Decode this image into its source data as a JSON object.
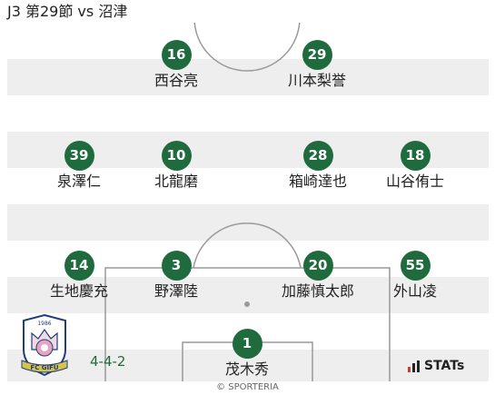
{
  "title": "J3 第29節 vs 沼津",
  "formation": "4-4-2",
  "copyright": "© SPORTERIA",
  "brand": "STATs",
  "colors": {
    "team": "#1f6b3d",
    "stripe_dark": "#eeeeee",
    "line": "#999999"
  },
  "players": [
    {
      "number": "16",
      "name": "西谷亮"
    },
    {
      "number": "29",
      "name": "川本梨誉"
    },
    {
      "number": "39",
      "name": "泉澤仁"
    },
    {
      "number": "10",
      "name": "北龍磨"
    },
    {
      "number": "28",
      "name": "箱崎達也"
    },
    {
      "number": "18",
      "name": "山谷侑士"
    },
    {
      "number": "14",
      "name": "生地慶充"
    },
    {
      "number": "3",
      "name": "野澤陸"
    },
    {
      "number": "20",
      "name": "加藤慎太郎"
    },
    {
      "number": "55",
      "name": "外山凌"
    },
    {
      "number": "1",
      "name": "茂木秀"
    }
  ],
  "logo": {
    "text": "FC GIFU",
    "year": "1986",
    "icon": "fc-gifu-crest"
  }
}
